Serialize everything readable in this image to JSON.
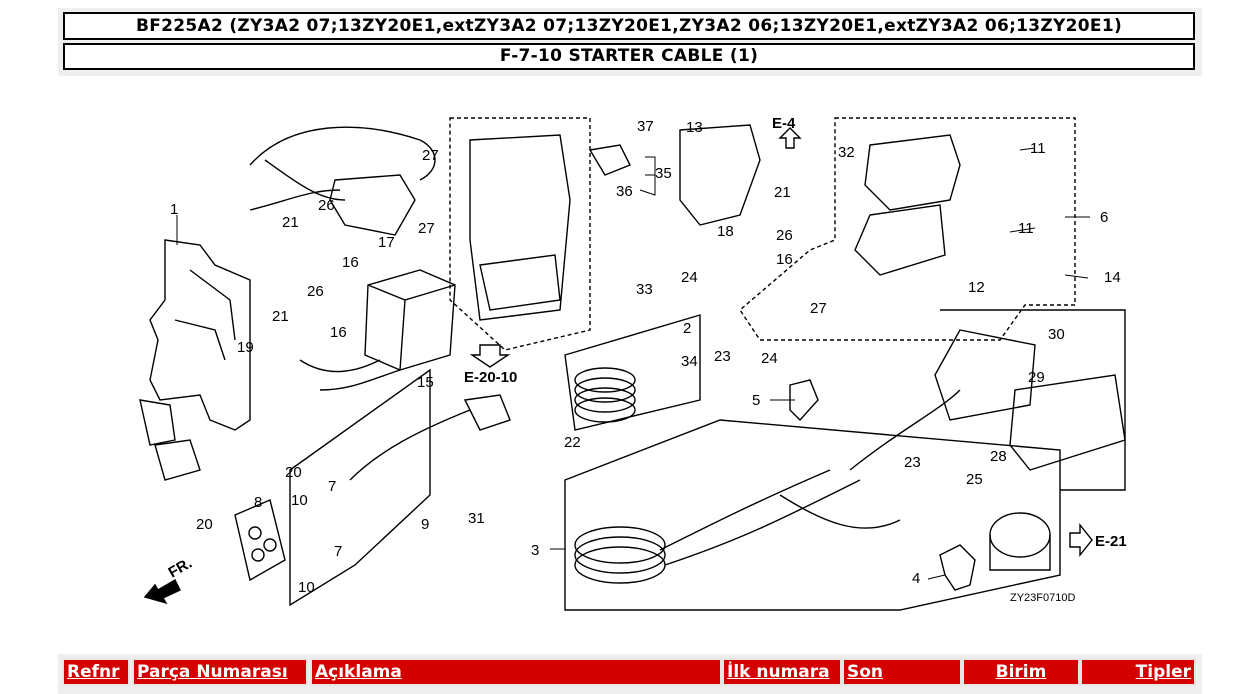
{
  "header": {
    "model_line": "BF225A2 (ZY3A2 07;13ZY20E1,extZY3A2 07;13ZY20E1,ZY3A2 06;13ZY20E1,extZY3A2 06;13ZY20E1)",
    "section_title": "F-7-10 STARTER CABLE (1)"
  },
  "diagram": {
    "code": "ZY23F0710D",
    "fr_label": "FR.",
    "refs": {
      "e4": "E-4",
      "e2010": "E-20-10",
      "e21": "E-21"
    },
    "callouts": [
      "1",
      "2",
      "3",
      "4",
      "5",
      "6",
      "7",
      "8",
      "9",
      "10",
      "11",
      "12",
      "13",
      "14",
      "15",
      "16",
      "17",
      "18",
      "19",
      "20",
      "21",
      "22",
      "23",
      "24",
      "25",
      "26",
      "27",
      "28",
      "29",
      "30",
      "31",
      "32",
      "33",
      "34",
      "35",
      "36",
      "37"
    ]
  },
  "table": {
    "columns": [
      "Refnr",
      "Parça Numarası",
      "Açıklama",
      "İlk numara",
      "Son",
      "Birim",
      "Tipler"
    ]
  }
}
